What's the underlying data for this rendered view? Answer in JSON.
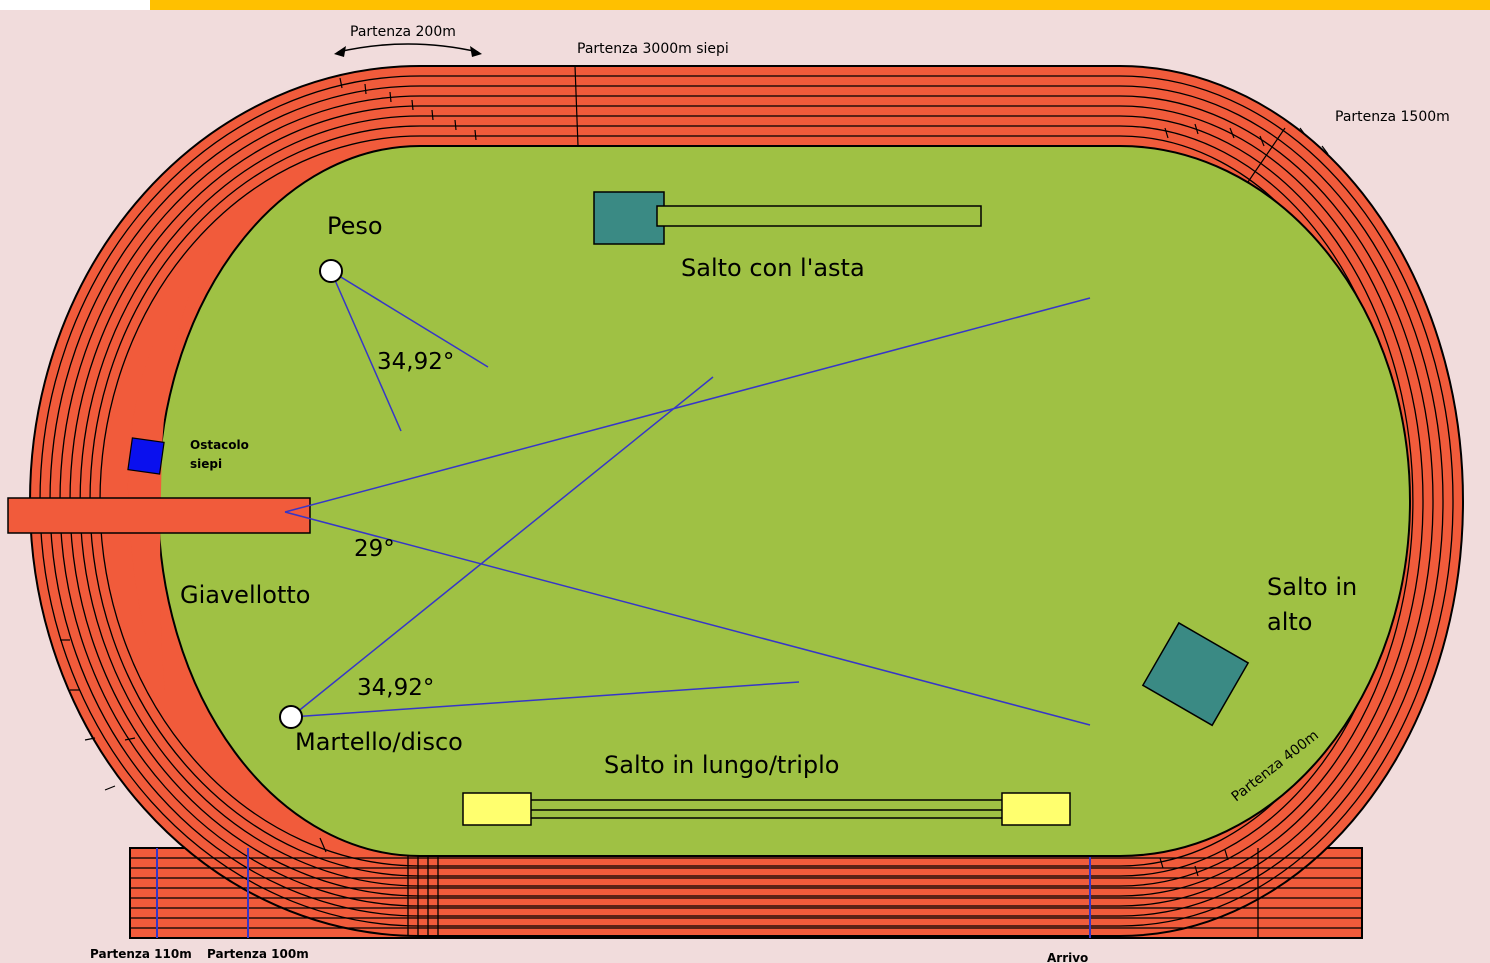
{
  "labels": {
    "start_200m": "Partenza 200m",
    "start_3000m_steeple": "Partenza 3000m siepi",
    "start_1500m": "Partenza 1500m",
    "shot_put": "Peso",
    "shot_put_angle": "34,92°",
    "pole_vault": "Salto con l'asta",
    "steeple_obstacle_line1": "Ostacolo",
    "steeple_obstacle_line2": "siepi",
    "javelin_angle": "29°",
    "javelin": "Giavellotto",
    "hammer_discus_angle": "34,92°",
    "hammer_discus": "Martello/disco",
    "long_triple_jump": "Salto in lungo/triplo",
    "high_jump_line1": "Salto in",
    "high_jump_line2": "alto",
    "start_400m": "Partenza 400m",
    "start_110m": "Partenza 110m",
    "start_100m": "Partenza 100m",
    "finish": "Arrivo"
  },
  "colors": {
    "track": "#f15b3b",
    "field": "#9fc144",
    "pit": "#3a8a84",
    "sand": "#ffff6e",
    "sector_line": "#3636c8",
    "obstacle": "#0a10ee",
    "background": "#f1dcdc",
    "top_bar": "#ffc000"
  }
}
